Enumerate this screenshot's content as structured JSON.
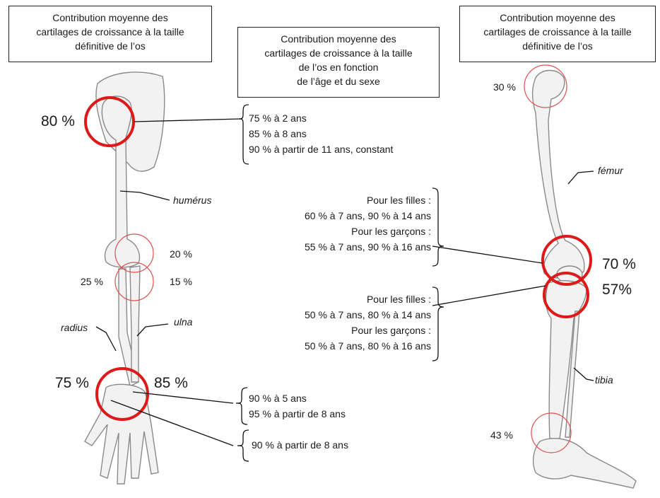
{
  "header_boxes": {
    "left": [
      "Contribution moyenne des",
      "cartilages de croissance à la taille",
      "définitive de l’os"
    ],
    "center": [
      "Contribution moyenne des",
      "cartilages de croissance à la taille",
      "de l’os en fonction",
      "de l’âge et du sexe"
    ],
    "right": [
      "Contribution moyenne des",
      "cartilages de croissance à la taille",
      "définitive de l’os"
    ]
  },
  "arm": {
    "shoulder_pct": "80 %",
    "elbow_humerus_pct": "20 %",
    "elbow_radius_pct": "25 %",
    "elbow_ulna_pct": "15 %",
    "wrist_radius_pct": "75 %",
    "wrist_ulna_pct": "85 %",
    "bone_humerus": "humérus",
    "bone_radius": "radius",
    "bone_ulna": "ulna"
  },
  "leg": {
    "femur_top_pct": "30 %",
    "knee_femur_pct": "70 %",
    "knee_tibia_pct": "57%",
    "ankle_pct": "43 %",
    "bone_femur": "fémur",
    "bone_tibia": "tibia"
  },
  "notes": {
    "shoulder": [
      "75 %  à 2 ans",
      "85 %  à 8 ans",
      "90 % à partir de 11 ans, constant"
    ],
    "knee_femur": [
      "Pour les filles :",
      "60 %  à 7 ans, 90 % à 14 ans",
      "Pour les garçons :",
      "55 %  à 7 ans, 90 % à 16 ans"
    ],
    "knee_tibia": [
      "Pour les filles :",
      "50 %  à 7 ans, 80 % à 14 ans",
      "Pour les garçons :",
      "50 %  à 7 ans, 80 % à 16 ans"
    ],
    "wrist_radius": [
      "90 %  à 5 ans",
      "95 % à partir de 8 ans"
    ],
    "wrist_ulna": [
      "90 % à partir de 8 ans"
    ]
  },
  "colors": {
    "highlight": "#dd1a1a",
    "thin_circle": "#e05050",
    "bone": "#f2f2f2",
    "bone_stroke": "#8a8a8a",
    "line": "#111111"
  }
}
